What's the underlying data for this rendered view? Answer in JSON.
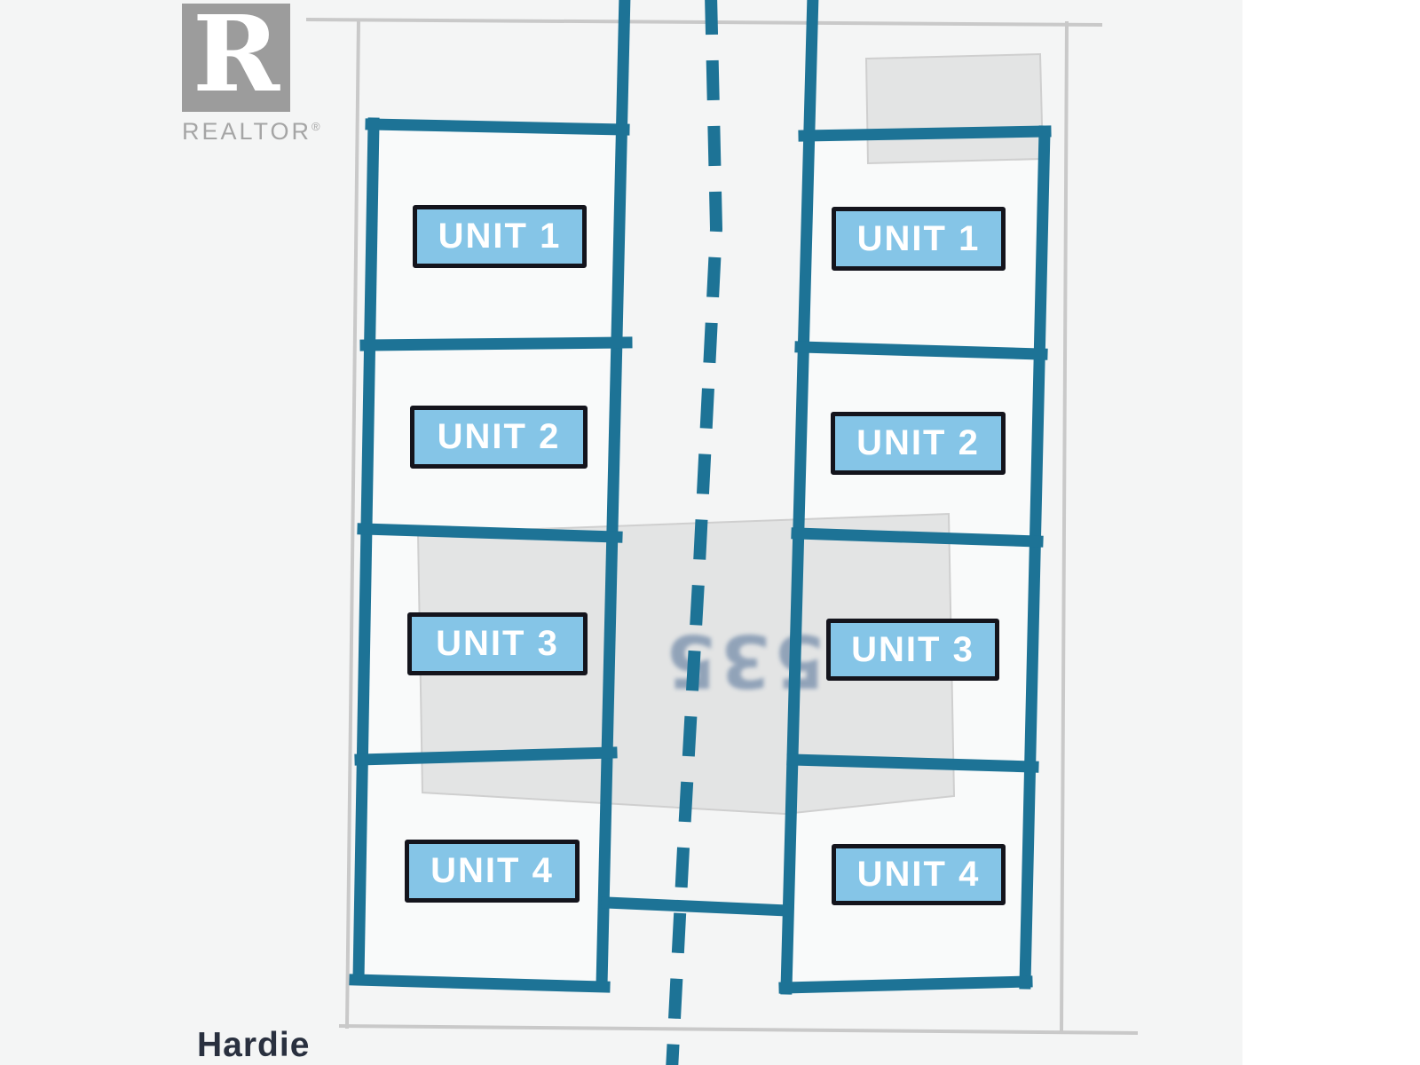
{
  "branding": {
    "logo_letter": "R",
    "logo_wordmark": "REALTOR",
    "logo_reg_mark": "®"
  },
  "street_label": "Hardie",
  "watermark_house_number": "535",
  "parcels": [
    {
      "side": "left",
      "units": [
        {
          "label": "UNIT 1"
        },
        {
          "label": "UNIT 2"
        },
        {
          "label": "UNIT 3"
        },
        {
          "label": "UNIT 4"
        }
      ]
    },
    {
      "side": "right",
      "units": [
        {
          "label": "UNIT 1"
        },
        {
          "label": "UNIT 2"
        },
        {
          "label": "UNIT 3"
        },
        {
          "label": "UNIT 4"
        }
      ]
    }
  ],
  "colors": {
    "background": "#f4f5f5",
    "page_margin": "#ffffff",
    "parcel_fill": "#f9fafa",
    "parcel_outline": "#1d7396",
    "unit_fill": "#85c5e7",
    "unit_border": "#14141c",
    "unit_text": "#ffffff",
    "survey_line": "#c9c9c9",
    "footprint_fill": "#e3e4e4",
    "footprint_edge": "#cfcfcf",
    "watermark_blue_gray": "#7d93ae",
    "street_text": "#29303f",
    "logo_gray": "#9c9c9c",
    "logo_text_gray": "#a5a5a5"
  }
}
